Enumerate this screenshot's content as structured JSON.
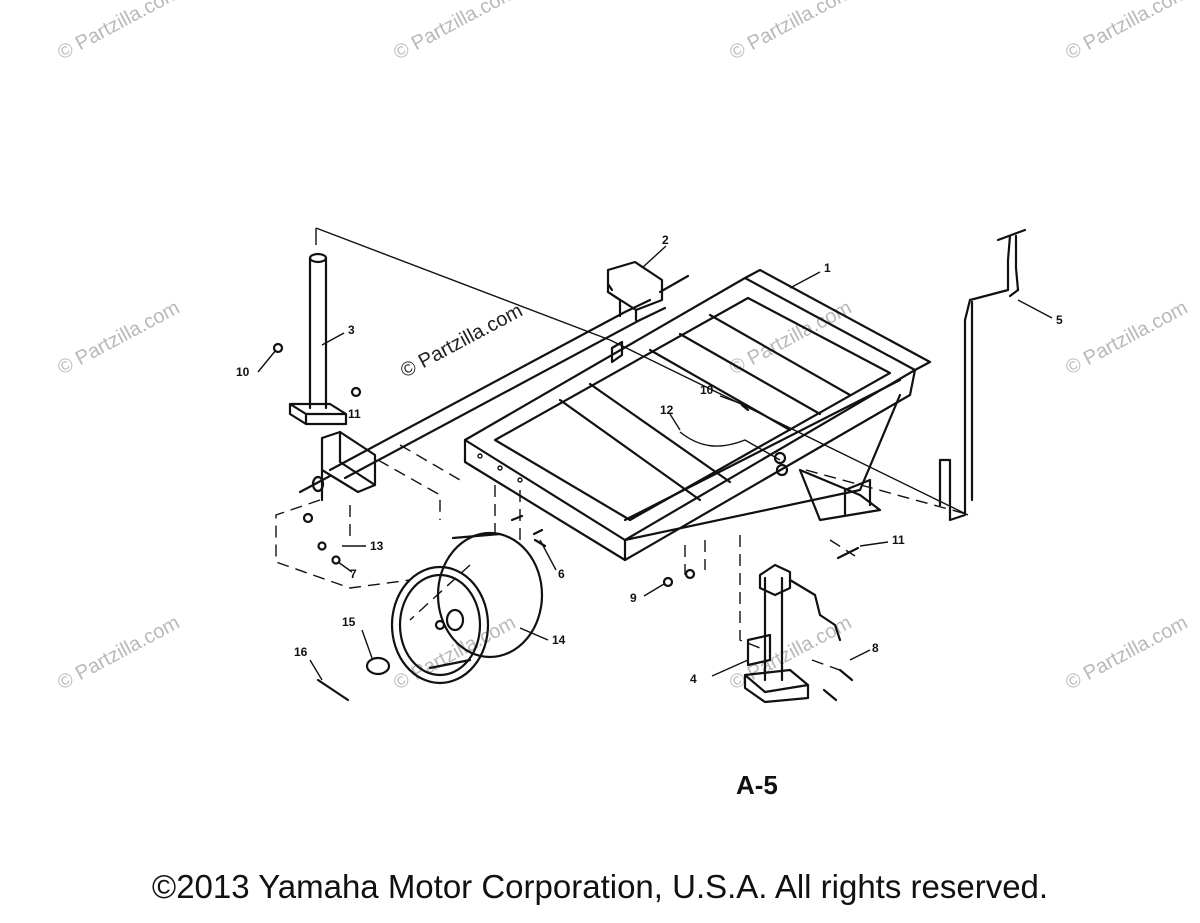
{
  "watermark_text": "© Partzilla.com",
  "figure_label": "A-5",
  "copyright": "©2013 Yamaha Motor Corporation, U.S.A. All rights reserved.",
  "callouts": {
    "c1": "1",
    "c2": "2",
    "c3": "3",
    "c4": "4",
    "c5": "5",
    "c6": "6",
    "c7": "7",
    "c8": "8",
    "c9": "9",
    "c10a": "10",
    "c10b": "10",
    "c11a": "11",
    "c11b": "11",
    "c12": "12",
    "c13": "13",
    "c14": "14",
    "c15": "15",
    "c16": "16"
  }
}
